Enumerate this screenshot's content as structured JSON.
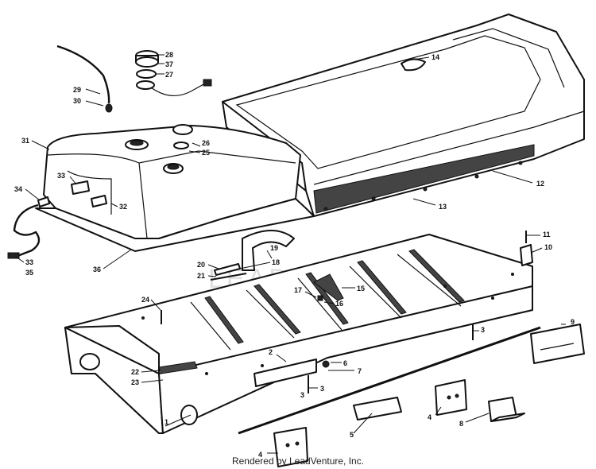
{
  "watermark_text": "LEADVENTURE",
  "credit_text": "Rendered by LeadVenture, Inc.",
  "callout_labels": [
    "1",
    "2",
    "3",
    "3",
    "3",
    "4",
    "4",
    "5",
    "6",
    "7",
    "8",
    "9",
    "10",
    "11",
    "12",
    "13",
    "14",
    "15",
    "16",
    "17",
    "18",
    "19",
    "20",
    "21",
    "22",
    "23",
    "24",
    "25",
    "26",
    "27",
    "28",
    "29",
    "30",
    "31",
    "32",
    "33",
    "33",
    "34",
    "35",
    "36",
    "37"
  ]
}
